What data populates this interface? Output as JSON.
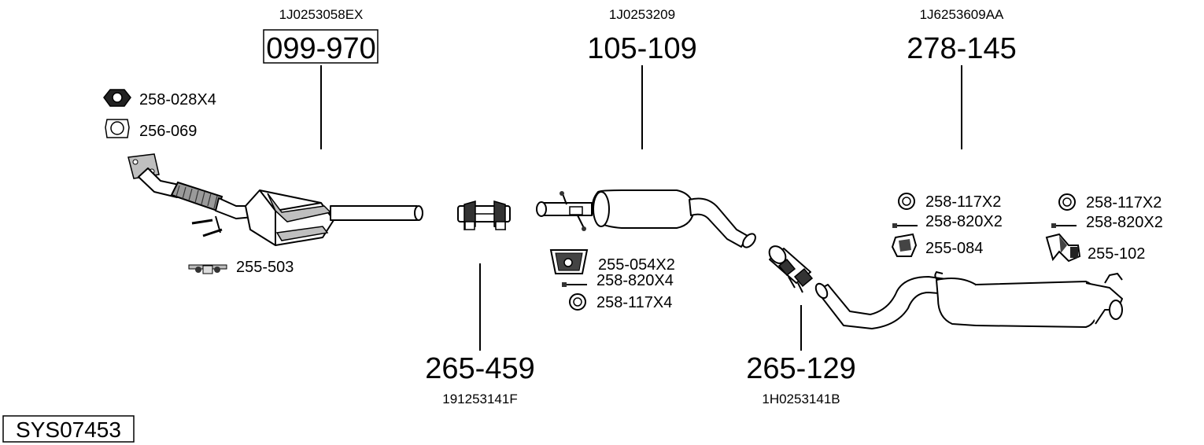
{
  "system_code": "SYS07453",
  "main_parts": [
    {
      "number": "099-970",
      "oe": "1J0253058EX",
      "boxed": true
    },
    {
      "number": "105-109",
      "oe": "1J0253209",
      "boxed": false
    },
    {
      "number": "278-145",
      "oe": "1J6253609AA",
      "boxed": false
    },
    {
      "number": "265-459",
      "oe": "191253141F",
      "boxed": false
    },
    {
      "number": "265-129",
      "oe": "1H0253141B",
      "boxed": false
    }
  ],
  "accessories": [
    {
      "label": "258-028X4",
      "icon": "nut-icon"
    },
    {
      "label": "256-069",
      "icon": "gasket-icon"
    },
    {
      "label": "255-503",
      "icon": "rubber-mount-icon"
    },
    {
      "label": "255-054X2",
      "icon": "rubber-hanger-icon"
    },
    {
      "label": "258-820X4",
      "icon": "bolt-icon"
    },
    {
      "label": "258-117X4",
      "icon": "washer-icon"
    },
    {
      "label": "258-117X2",
      "icon": "washer-icon"
    },
    {
      "label": "258-820X2",
      "icon": "bolt-icon"
    },
    {
      "label": "255-084",
      "icon": "rubber-hanger-icon"
    },
    {
      "label": "258-117X2",
      "icon": "washer-icon"
    },
    {
      "label": "258-820X2",
      "icon": "bolt-icon"
    },
    {
      "label": "255-102",
      "icon": "bracket-icon"
    }
  ]
}
